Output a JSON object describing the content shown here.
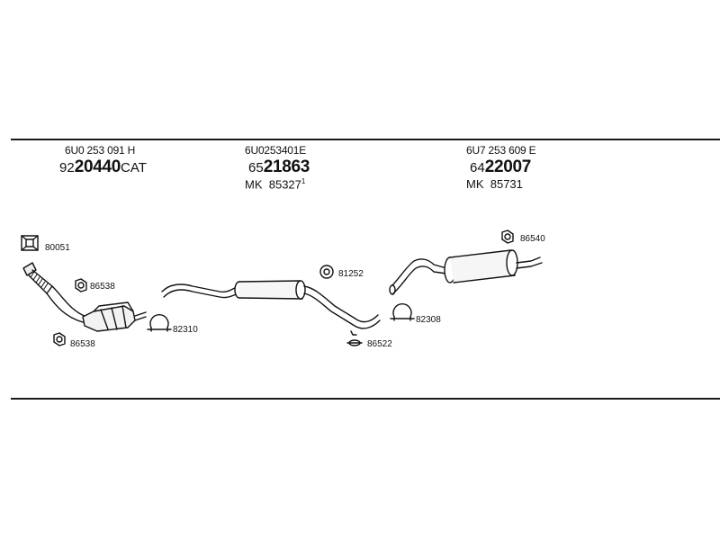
{
  "sections": [
    {
      "oe": "6U0 253 091 H",
      "prefix": "92",
      "number": "20440",
      "suffix": "CAT",
      "mk_prefix": "",
      "mk": "",
      "mk_sup": ""
    },
    {
      "oe": "6U0253401E",
      "prefix": "65",
      "number": "21863",
      "suffix": "",
      "mk_prefix": "MK",
      "mk": "85327",
      "mk_sup": "1"
    },
    {
      "oe": "6U7 253 609 E",
      "prefix": "64",
      "number": "22007",
      "suffix": "",
      "mk_prefix": "MK",
      "mk": "85731",
      "mk_sup": ""
    }
  ],
  "parts": {
    "gasket_front": "80051",
    "nut_1": "86538",
    "nut_2": "86538",
    "clamp_1": "82310",
    "ring_mid": "81252",
    "clamp_joint": "86522",
    "clamp_2": "82308",
    "hanger_rear": "86540"
  }
}
